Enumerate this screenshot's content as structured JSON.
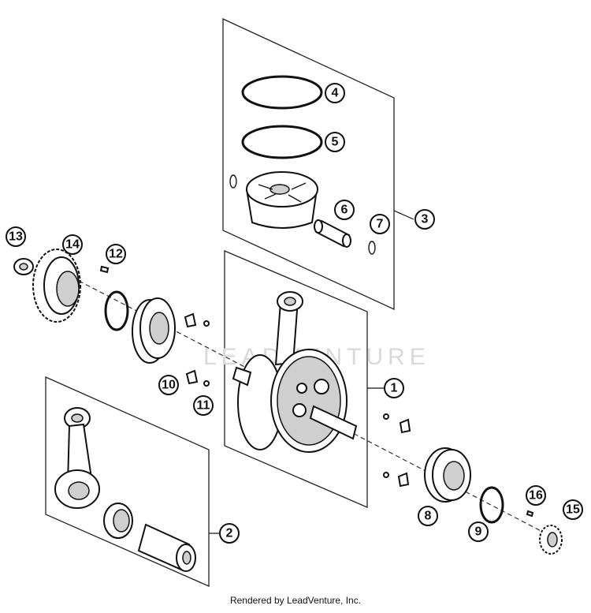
{
  "watermark": "LEADVENTURE",
  "credit": "Rendered by LeadVenture, Inc.",
  "callouts": [
    "1",
    "2",
    "3",
    "4",
    "5",
    "6",
    "7",
    "8",
    "9",
    "10",
    "11",
    "12",
    "13",
    "14",
    "15",
    "16"
  ]
}
